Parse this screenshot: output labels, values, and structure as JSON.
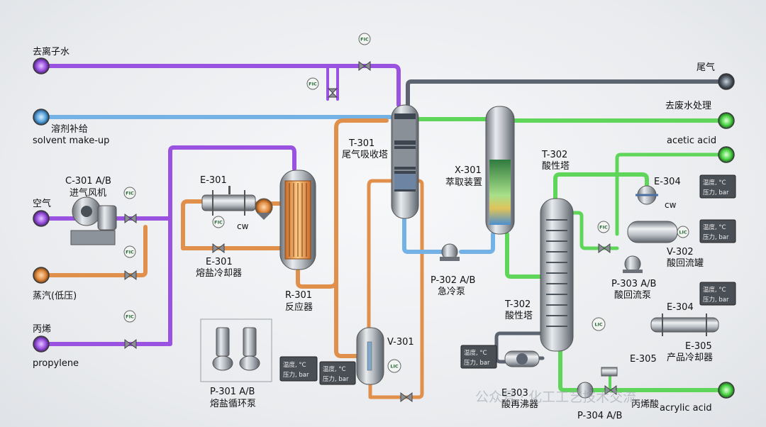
{
  "title": "",
  "streams": {
    "deionized_water": "去离子水",
    "solvent_cn": "溶剂补给",
    "solvent_en": "solvent make-up",
    "air": "空气",
    "steam": "蒸汽(低压)",
    "propylene_cn": "丙烯",
    "propylene_en": "propylene",
    "tail_gas": "尾气",
    "wastewater": "去废水处理",
    "acetic_acid": "acetic acid",
    "acrylic_acid": "acrylic acid",
    "acrylic_acid_cn": "丙烯酸",
    "cw": "cw"
  },
  "equipment": {
    "c301_id": "C-301 A/B",
    "c301_name": "进气风机",
    "e301_id_top": "E-301",
    "e301_id": "E-301",
    "e301_name": "熔盐冷却器",
    "r301_id": "R-301",
    "r301_name": "反应器",
    "p301_id": "P-301 A/B",
    "p301_name": "熔盐循环泵",
    "t301_id": "T-301",
    "t301_name": "尾气吸收塔",
    "v301_id": "V-301",
    "p302_id": "P-302 A/B",
    "p302_name": "急冷泵",
    "x301_id": "X-301",
    "x301_name": "萃取装置",
    "t302_top_id": "T-302",
    "t302_top_name": "酸性塔",
    "t302_id": "T-302",
    "t302_name": "酸性塔",
    "e304_top_id": "E-304",
    "e304_id": "E-304",
    "v302_id": "V-302",
    "v302_name": "酸回流罐",
    "p303_id": "P-303 A/B",
    "p303_name": "酸回流泵",
    "e305_id": "E-305",
    "e305_name": "产品冷却器",
    "e305_small_id": "E-305",
    "e303_id": "E-303",
    "e303_name": "酸再沸器",
    "p304_id": "P-304 A/B"
  },
  "instruments": {
    "fic": "FIC",
    "lic": "LIC",
    "readout_temp": "温度, °C",
    "readout_pressure": "压力, bar"
  },
  "watermark": "公众号 · 化工工艺技术交流",
  "colors": {
    "purple": "#9a52e0",
    "orange": "#e0904a",
    "blue": "#6aa8dc",
    "green": "#5fd65a",
    "gray": "#5b6470"
  }
}
